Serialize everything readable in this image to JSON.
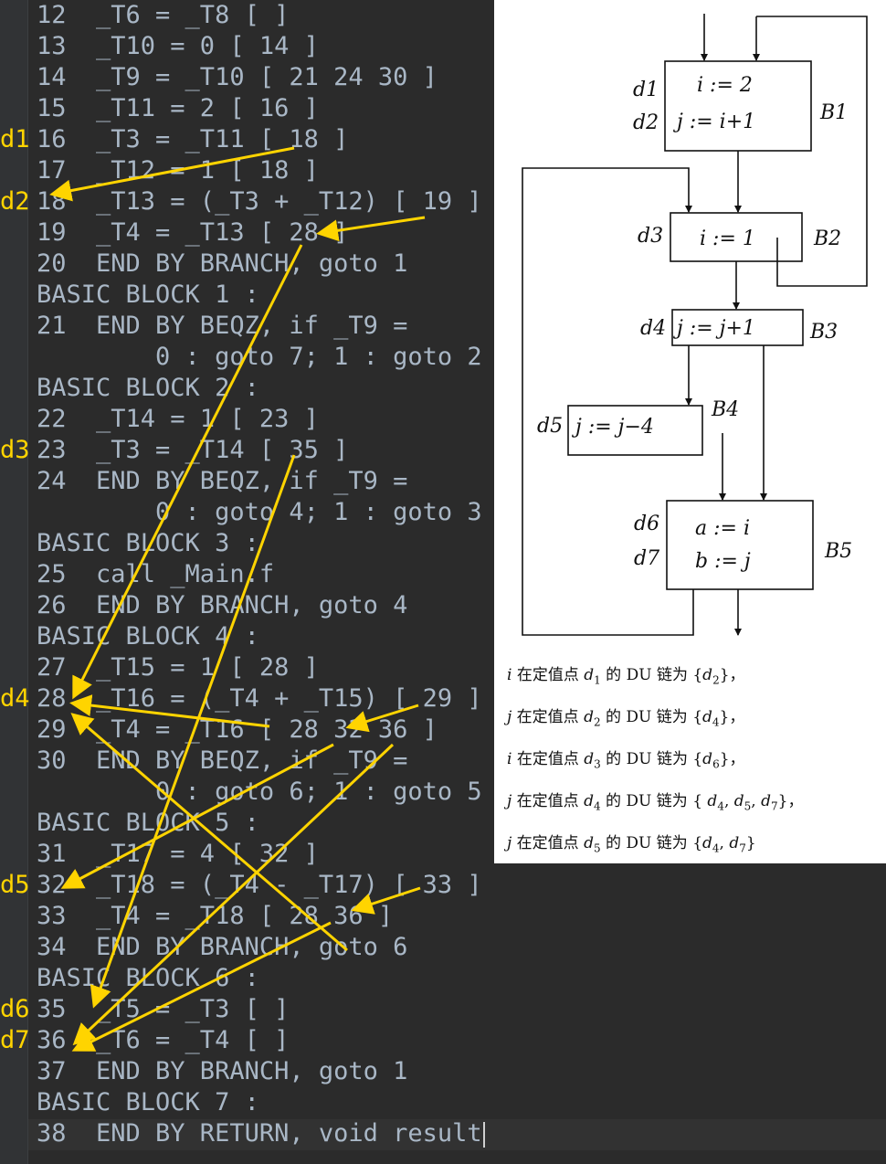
{
  "editor": {
    "lines": [
      "12  _T6 = _T8 [ ]",
      "13  _T10 = 0 [ 14 ]",
      "14  _T9 = _T10 [ 21 24 30 ]",
      "15  _T11 = 2 [ 16 ]",
      "16  _T3 = _T11 [ 18 ]",
      "17  _T12 = 1 [ 18 ]",
      "18  _T13 = (_T3 + _T12) [ 19 ]",
      "19  _T4 = _T13 [ 28 ]",
      "20  END BY BRANCH, goto 1",
      "BASIC BLOCK 1 :",
      "21  END BY BEQZ, if _T9 =",
      "        0 : goto 7; 1 : goto 2",
      "BASIC BLOCK 2 :",
      "22  _T14 = 1 [ 23 ]",
      "23  _T3 = _T14 [ 35 ]",
      "24  END BY BEQZ, if _T9 =",
      "        0 : goto 4; 1 : goto 3",
      "BASIC BLOCK 3 :",
      "25  call _Main.f",
      "26  END BY BRANCH, goto 4",
      "BASIC BLOCK 4 :",
      "27  _T15 = 1 [ 28 ]",
      "28  _T16 = (_T4 + _T15) [ 29 ]",
      "29  _T4 = _T16 [ 28 32 36 ]",
      "30  END BY BEQZ, if _T9 =",
      "        0 : goto 6; 1 : goto 5",
      "BASIC BLOCK 5 :",
      "31  _T17 = 4 [ 32 ]",
      "32  _T18 = (_T4 - _T17) [ 33 ]",
      "33  _T4 = _T18 [ 28 36 ]",
      "34  END BY BRANCH, goto 6",
      "BASIC BLOCK 6 :",
      "35  _T5 = _T3 [ ]",
      "36  _T6 = _T4 [ ]",
      "37  END BY BRANCH, goto 1",
      "BASIC BLOCK 7 :",
      "38  END BY RETURN, void result"
    ],
    "def_labels": [
      {
        "text": "d1",
        "line": 4
      },
      {
        "text": "d2",
        "line": 6
      },
      {
        "text": "d3",
        "line": 14
      },
      {
        "text": "d4",
        "line": 22
      },
      {
        "text": "d5",
        "line": 28
      },
      {
        "text": "d6",
        "line": 32
      },
      {
        "text": "d7",
        "line": 33
      }
    ],
    "annotation_color": "#ffd400"
  },
  "flowgraph": {
    "blocks": [
      {
        "name": "B1",
        "defs": [
          "d1",
          "d2"
        ],
        "stmts": [
          "i := 2",
          "j := i+1"
        ]
      },
      {
        "name": "B2",
        "defs": [
          "d3"
        ],
        "stmts": [
          "i := 1"
        ]
      },
      {
        "name": "B3",
        "defs": [
          "d4"
        ],
        "stmts": [
          "j := j+1"
        ]
      },
      {
        "name": "B4",
        "defs": [
          "d5"
        ],
        "stmts": [
          "j := j−4"
        ]
      },
      {
        "name": "B5",
        "defs": [
          "d6",
          "d7"
        ],
        "stmts": [
          "a := i",
          "b := j"
        ]
      }
    ]
  },
  "du_chains": [
    {
      "var": "i",
      "mid": " 在定值点 ",
      "def": "d",
      "sub": "1",
      "tail": " 的 DU 链为  {",
      "set": [
        {
          "d": "d",
          "s": "2"
        }
      ],
      "end": "}，"
    },
    {
      "var": "j",
      "mid": " 在定值点 ",
      "def": "d",
      "sub": "2",
      "tail": " 的 DU 链为  {",
      "set": [
        {
          "d": "d",
          "s": "4"
        }
      ],
      "end": "}，"
    },
    {
      "var": "i",
      "mid": " 在定值点 ",
      "def": "d",
      "sub": "3",
      "tail": " 的 DU 链为  {",
      "set": [
        {
          "d": "d",
          "s": "6"
        }
      ],
      "end": "}，"
    },
    {
      "var": "j",
      "mid": " 在定值点 ",
      "def": "d",
      "sub": "4",
      "tail": " 的 DU 链为  { ",
      "set": [
        {
          "d": "d",
          "s": "4"
        },
        {
          "d": "d",
          "s": "5"
        },
        {
          "d": "d",
          "s": "7"
        }
      ],
      "end": "}，"
    },
    {
      "var": "j",
      "mid": " 在定值点 ",
      "def": "d",
      "sub": "5",
      "tail": " 的 DU 链为  {",
      "set": [
        {
          "d": "d",
          "s": "4"
        },
        {
          "d": "d",
          "s": "7"
        }
      ],
      "end": "}"
    }
  ]
}
